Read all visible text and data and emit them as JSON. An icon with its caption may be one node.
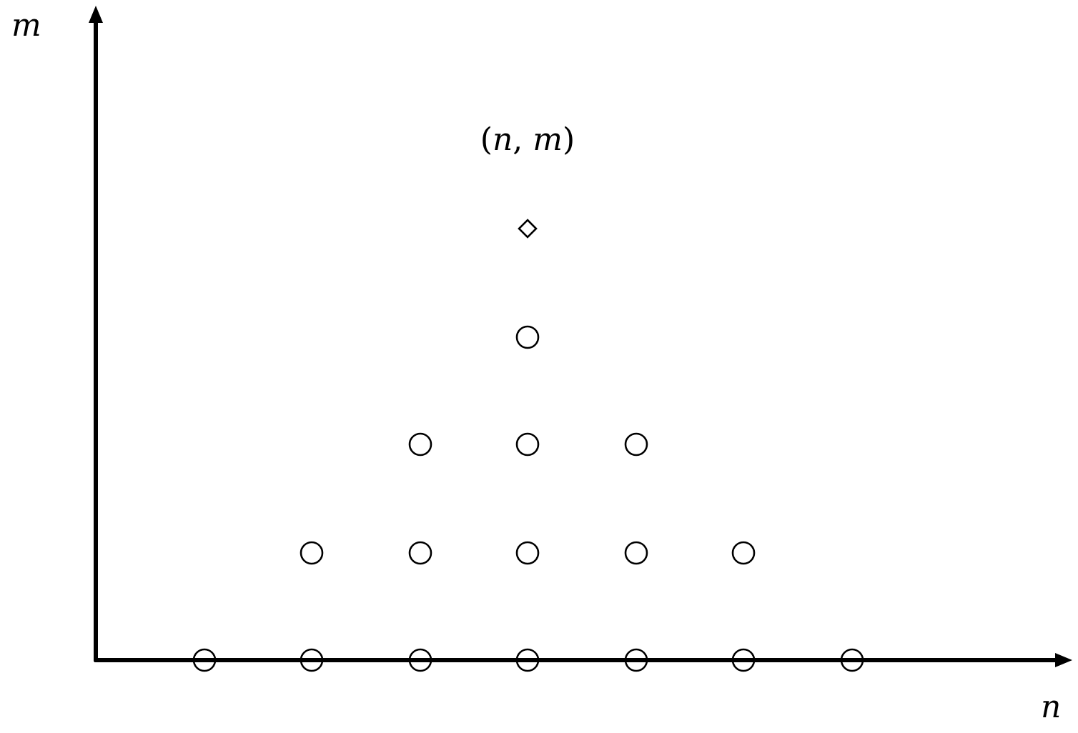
{
  "diagram": {
    "labels": [
      "m",
      "(*n*, *m*)",
      "n"
    ]
  }
}
